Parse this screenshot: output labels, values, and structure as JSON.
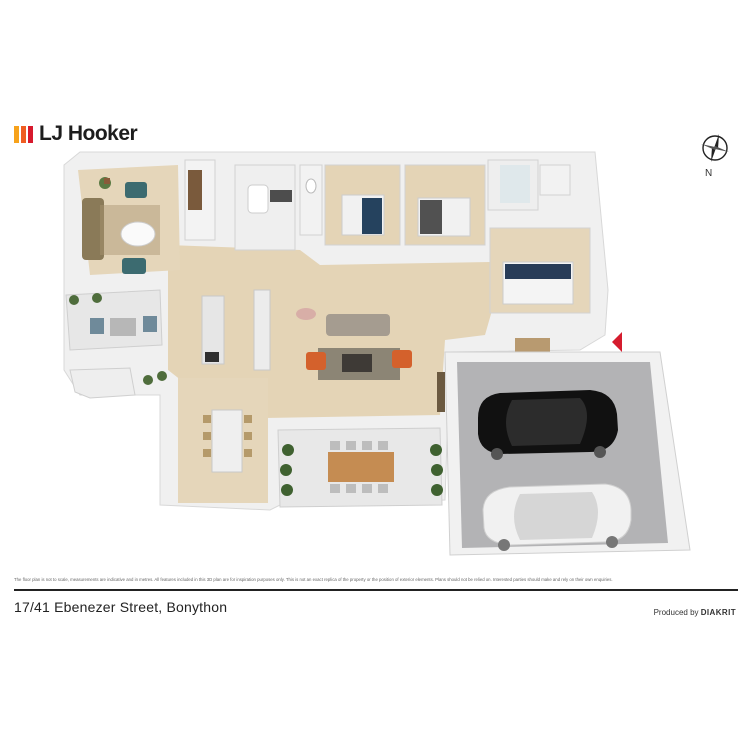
{
  "brand": {
    "name": "LJ Hooker",
    "colors": [
      "#f7a21b",
      "#ef5d22",
      "#d7192d"
    ]
  },
  "compass": {
    "label": "N",
    "icon": "compass-icon"
  },
  "disclaimer": "The floor plan is not to scale, measurements are indicative and in metres. All features included in this 3D plan are for inspiration purposes only. This is not an exact replica of the property or the position of exterior elements. Plans should not be relied on. Interested parties should make and rely on their own enquiries.",
  "address": "17/41 Ebenezer Street, Bonython",
  "credit": {
    "prefix": "Produced by",
    "name": "DIAKRIT"
  },
  "colors": {
    "floor_wood": "#e3d3b6",
    "wall": "#f4f4f4",
    "garage_floor": "#b3b3b5",
    "patio_floor": "#e6e6e6",
    "accent_red": "#d51c2e"
  }
}
